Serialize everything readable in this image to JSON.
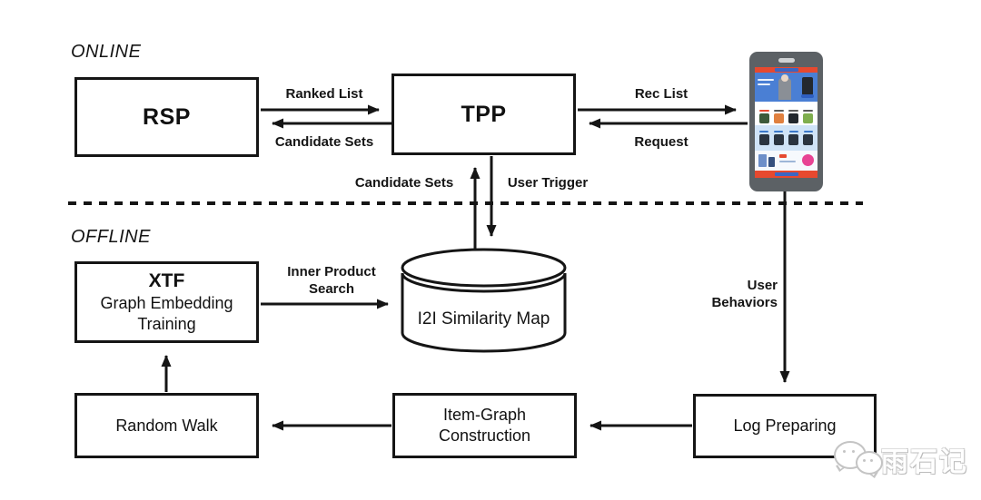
{
  "sections": {
    "online": "ONLINE",
    "offline": "OFFLINE"
  },
  "nodes": {
    "rsp": {
      "title": "RSP"
    },
    "tpp": {
      "title": "TPP"
    },
    "xtf": {
      "title": "XTF",
      "line1": "Graph Embedding",
      "line2": "Training"
    },
    "i2i_map": {
      "label": "I2I Similarity Map"
    },
    "random_walk": {
      "label": "Random Walk"
    },
    "item_graph": {
      "line1": "Item-Graph",
      "line2": "Construction"
    },
    "log_preparing": {
      "label": "Log Preparing"
    }
  },
  "edges": {
    "ranked_list": "Ranked List",
    "candidate_sets_top": "Candidate Sets",
    "rec_list": "Rec List",
    "request": "Request",
    "candidate_sets_mid": "Candidate Sets",
    "user_trigger": "User Trigger",
    "inner_product": {
      "line1": "Inner Product",
      "line2": "Search"
    },
    "user_behaviors": {
      "line1": "User",
      "line2": "Behaviors"
    }
  },
  "watermark": {
    "text": "雨石记",
    "icon": "wechat-logo"
  },
  "colors": {
    "line": "#151515",
    "background": "#ffffff",
    "phone_body": "#5c6165",
    "app_red": "#e6492f",
    "app_blue": "#4a7fd4",
    "app_light_blue": "#cfe3f7",
    "app_pink": "#e84393",
    "watermark_outline": "#c4c4c4"
  }
}
